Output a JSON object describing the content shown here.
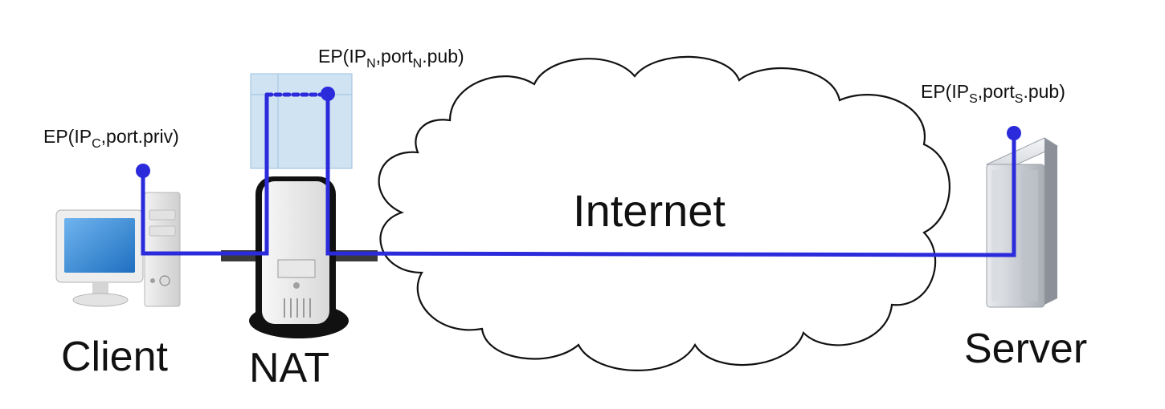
{
  "labels": {
    "client": "Client",
    "nat": "NAT",
    "internet": "Internet",
    "server": "Server"
  },
  "endpoints": {
    "client": {
      "prefix": "EP(IP",
      "sub": "C",
      "suffix": ",port.priv)"
    },
    "nat": {
      "prefix": "EP(IP",
      "sub1": "N",
      "mid": ",port",
      "sub2": "N",
      "suffix": ".pub)"
    },
    "server": {
      "prefix": "EP(IP",
      "sub1": "S",
      "mid": ",port",
      "sub2": "S",
      "suffix": ".pub)"
    }
  },
  "colors": {
    "link": "#2b2bdc",
    "cloud_stroke": "#111111",
    "nat_table": "#cfe3f2",
    "screen": "#3b8fd8"
  },
  "icons": {
    "client": "desktop-computer-icon",
    "nat": "nat-router-icon",
    "server": "server-tower-icon",
    "internet": "cloud-icon"
  }
}
